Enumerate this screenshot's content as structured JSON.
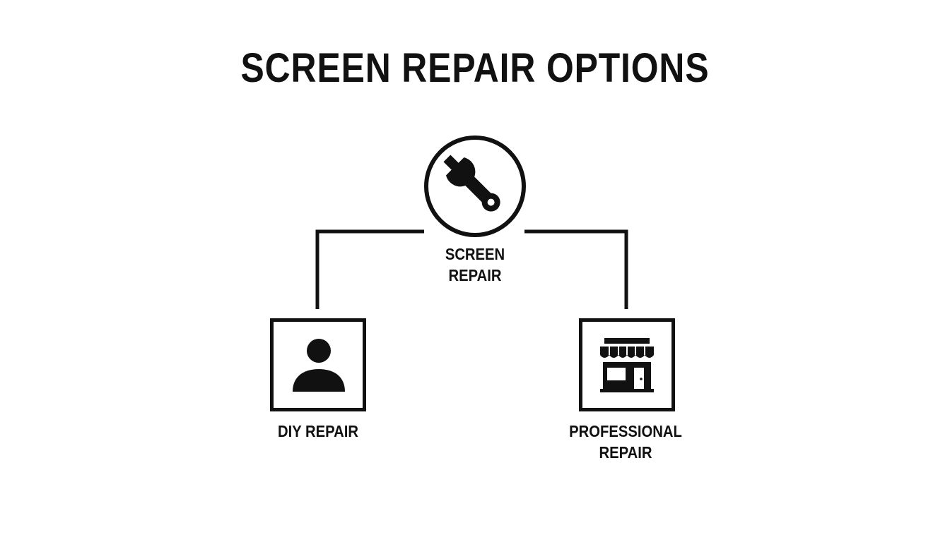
{
  "title": "SCREEN REPAIR OPTIONS",
  "root": {
    "label_line1": "SCREEN",
    "label_line2": "REPAIR",
    "icon": "wrench-icon"
  },
  "options": [
    {
      "label_line1": "DIY REPAIR",
      "icon": "person-icon"
    },
    {
      "label_line1": "PROFESSIONAL",
      "label_line2": "REPAIR",
      "icon": "storefront-icon"
    }
  ],
  "colors": {
    "ink": "#111111",
    "background": "#ffffff"
  }
}
